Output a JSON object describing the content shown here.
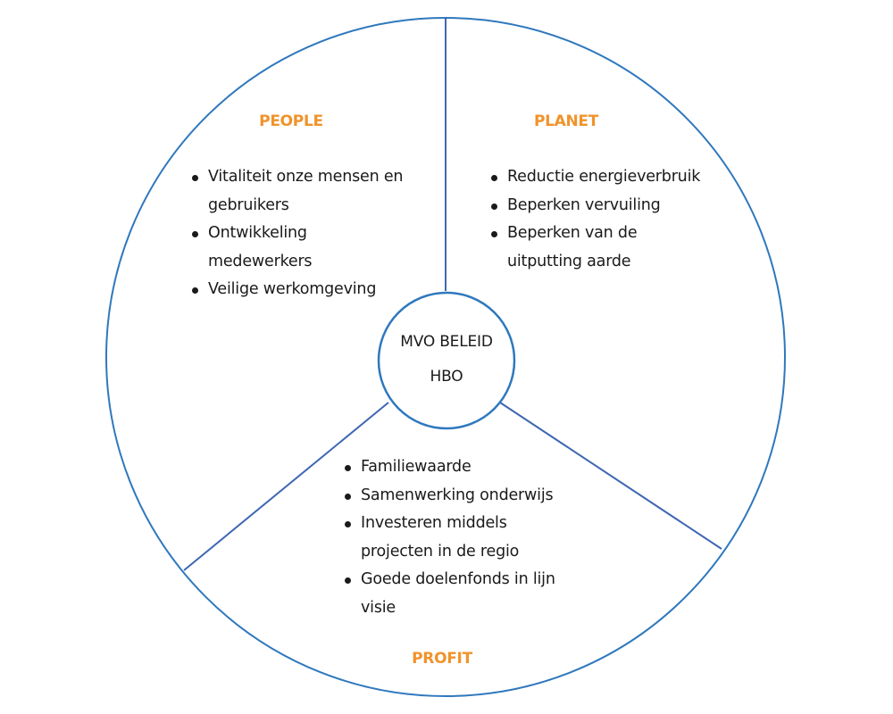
{
  "colors": {
    "accent": "#f0932b",
    "circle_stroke": "#2f78bd",
    "divider_stroke": "#3f67b3",
    "text": "#1a1a1a"
  },
  "center": {
    "line1": "MVO BELEID",
    "line2": "HBO"
  },
  "segments": {
    "people": {
      "heading": "PEOPLE",
      "items": [
        "Vitaliteit onze mensen en gebruikers",
        "Ontwikkeling medewerkers",
        "Veilige werkomgeving"
      ]
    },
    "planet": {
      "heading": "PLANET",
      "items": [
        "Reductie energieverbruik",
        "Beperken vervuiling",
        "Beperken van de uitputting aarde"
      ]
    },
    "profit": {
      "heading": "PROFIT",
      "items": [
        "Familiewaarde",
        "Samenwerking onderwijs",
        "Investeren middels projecten in de regio",
        "Goede doelenfonds in lijn visie"
      ]
    }
  }
}
